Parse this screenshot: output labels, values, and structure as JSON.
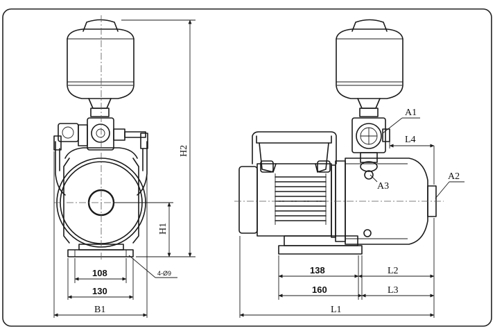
{
  "labels": {
    "a1": "A1",
    "a2": "A2",
    "a3": "A3",
    "l4": "L4",
    "h2": "H2",
    "h1": "H1",
    "b1": "B1",
    "l1": "L1",
    "l2": "L2",
    "l3": "L3",
    "d108": "108",
    "d130": "130",
    "d138": "138",
    "d160": "160",
    "holes": "4-Ø9"
  }
}
